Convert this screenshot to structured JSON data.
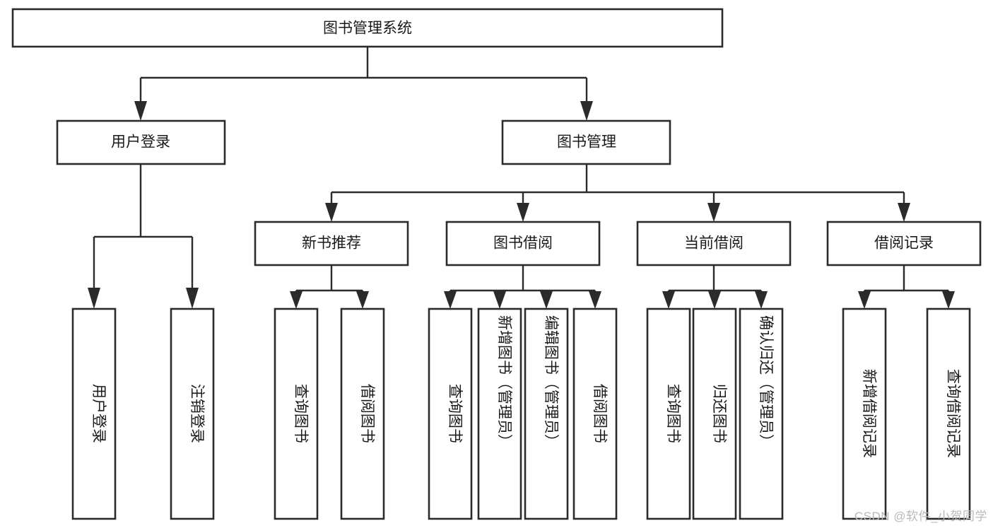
{
  "diagram": {
    "type": "tree-hierarchy",
    "title": "图书管理系统",
    "watermark": "CSDN @软件_小贺同学",
    "levels": {
      "root": {
        "label": "图书管理系统"
      },
      "level2": [
        {
          "id": "user-login",
          "label": "用户登录"
        },
        {
          "id": "book-manage",
          "label": "图书管理"
        }
      ],
      "level3": [
        {
          "id": "new-book-recommend",
          "label": "新书推荐",
          "parent": "book-manage"
        },
        {
          "id": "book-borrow",
          "label": "图书借阅",
          "parent": "book-manage"
        },
        {
          "id": "current-borrow",
          "label": "当前借阅",
          "parent": "book-manage"
        },
        {
          "id": "borrow-record",
          "label": "借阅记录",
          "parent": "book-manage"
        }
      ],
      "leaves": [
        {
          "id": "leaf-user-login",
          "label": "用户登录",
          "parent": "user-login"
        },
        {
          "id": "leaf-logout-login",
          "label": "注销登录",
          "parent": "user-login"
        },
        {
          "id": "leaf-query-book-1",
          "label": "查询图书",
          "parent": "new-book-recommend"
        },
        {
          "id": "leaf-borrow-book-1",
          "label": "借阅图书",
          "parent": "new-book-recommend"
        },
        {
          "id": "leaf-query-book-2",
          "label": "查询图书",
          "parent": "book-borrow"
        },
        {
          "id": "leaf-add-book",
          "label": "新增图书（管理员）",
          "parent": "book-borrow"
        },
        {
          "id": "leaf-edit-book",
          "label": "编辑图书（管理员）",
          "parent": "book-borrow"
        },
        {
          "id": "leaf-borrow-book-2",
          "label": "借阅图书",
          "parent": "book-borrow"
        },
        {
          "id": "leaf-query-book-3",
          "label": "查询图书",
          "parent": "current-borrow"
        },
        {
          "id": "leaf-return-book",
          "label": "归还图书",
          "parent": "current-borrow"
        },
        {
          "id": "leaf-confirm-return",
          "label": "确认归还（管理员）",
          "parent": "current-borrow"
        },
        {
          "id": "leaf-add-record",
          "label": "新增借阅记录",
          "parent": "borrow-record"
        },
        {
          "id": "leaf-query-record",
          "label": "查询借阅记录",
          "parent": "borrow-record"
        }
      ]
    },
    "colors": {
      "stroke": "#2b2b2b",
      "fill": "#ffffff",
      "text": "#1a1a1a",
      "watermark": "#b9b9b9"
    }
  }
}
